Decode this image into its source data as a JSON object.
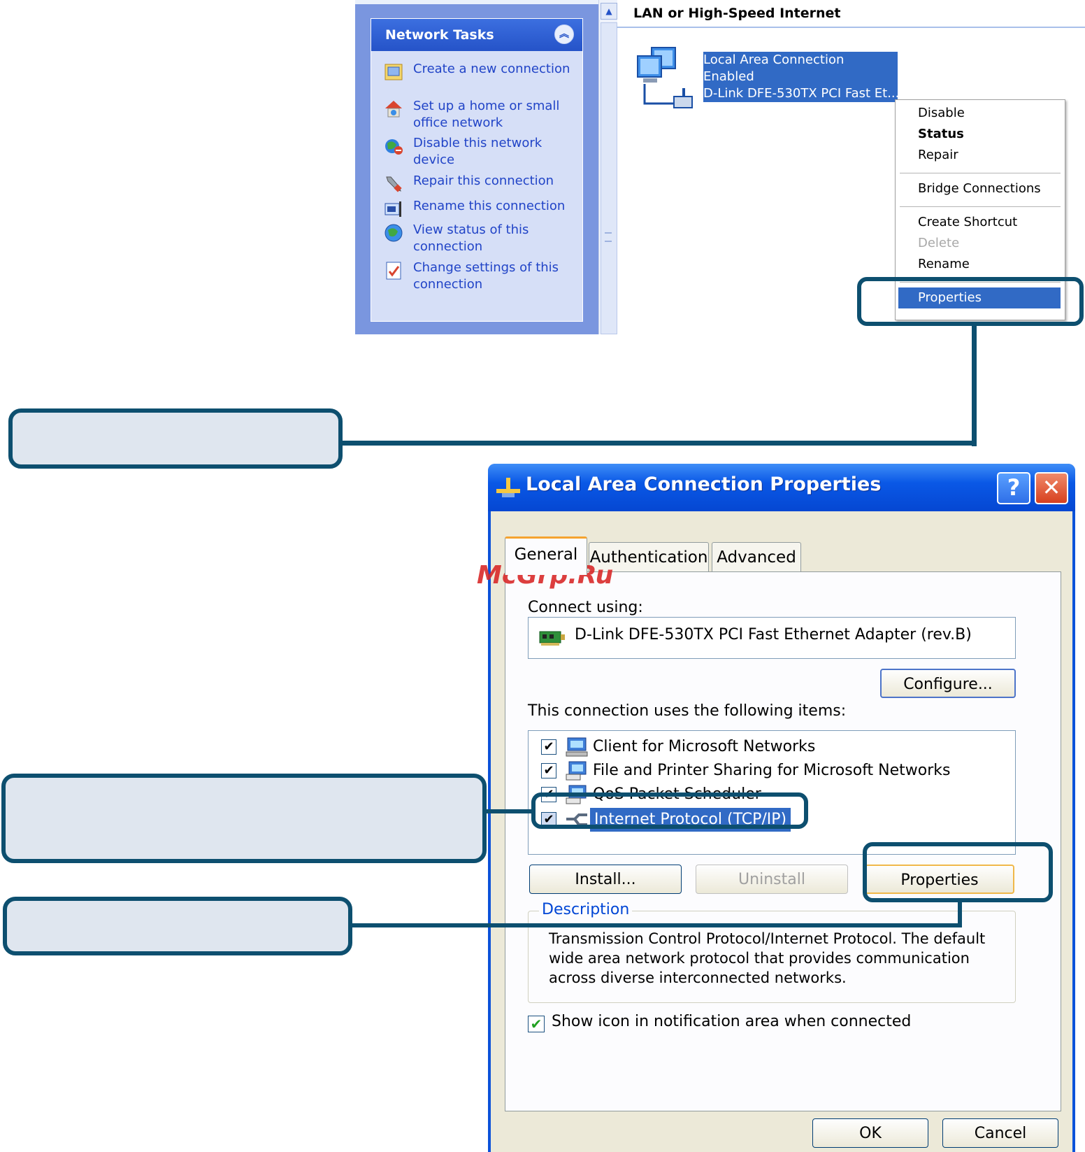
{
  "explorer": {
    "tasks_title": "Network Tasks",
    "tasks": [
      {
        "label": "Create a new connection",
        "icon": "new-connection-icon"
      },
      {
        "label": "Set up a home or small office network",
        "icon": "home-network-icon"
      },
      {
        "label": "Disable this network device",
        "icon": "disable-device-icon"
      },
      {
        "label": "Repair this connection",
        "icon": "repair-icon"
      },
      {
        "label": "Rename this connection",
        "icon": "rename-icon"
      },
      {
        "label": "View status of this connection",
        "icon": "view-status-icon"
      },
      {
        "label": "Change settings of this connection",
        "icon": "change-settings-icon"
      }
    ],
    "group_header": "LAN or High-Speed Internet",
    "connection": {
      "name": "Local Area Connection",
      "status": "Enabled",
      "device": "D-Link DFE-530TX PCI Fast Et..."
    },
    "context_menu": {
      "items": [
        "Disable",
        "Status",
        "Repair",
        "Bridge Connections",
        "Create Shortcut",
        "Delete",
        "Rename",
        "Properties"
      ],
      "bold_item": "Status",
      "disabled_item": "Delete",
      "selected_item": "Properties"
    }
  },
  "dialog": {
    "title": "Local Area Connection Properties",
    "help_glyph": "?",
    "close_glyph": "✕",
    "tabs": [
      "General",
      "Authentication",
      "Advanced"
    ],
    "active_tab": "General",
    "connect_using_label": "Connect using:",
    "adapter": "D-Link DFE-530TX PCI Fast Ethernet Adapter (rev.B)",
    "configure_label": "Configure...",
    "items_label": "This connection uses the following items:",
    "items": [
      {
        "label": "Client for Microsoft Networks",
        "checked": true
      },
      {
        "label": "File and Printer Sharing for Microsoft Networks",
        "checked": true
      },
      {
        "label": "QoS Packet Scheduler",
        "checked": true
      },
      {
        "label": "Internet Protocol (TCP/IP)",
        "checked": true,
        "selected": true
      }
    ],
    "check_glyph": "✔",
    "install_label": "Install...",
    "uninstall_label": "Uninstall",
    "properties_label": "Properties",
    "description_legend": "Description",
    "description_text": "Transmission Control Protocol/Internet Protocol. The default wide area network protocol that provides communication across diverse interconnected networks.",
    "show_icon_label": "Show icon in notification area when connected",
    "show_icon_checked": true,
    "ok_label": "OK",
    "cancel_label": "Cancel"
  },
  "watermark": "McGrp.Ru",
  "colors": {
    "accent_blue": "#316ac5",
    "task_link": "#2144c7",
    "callout_border": "#0d4f6f",
    "callout_fill": "#dfe6ef"
  }
}
